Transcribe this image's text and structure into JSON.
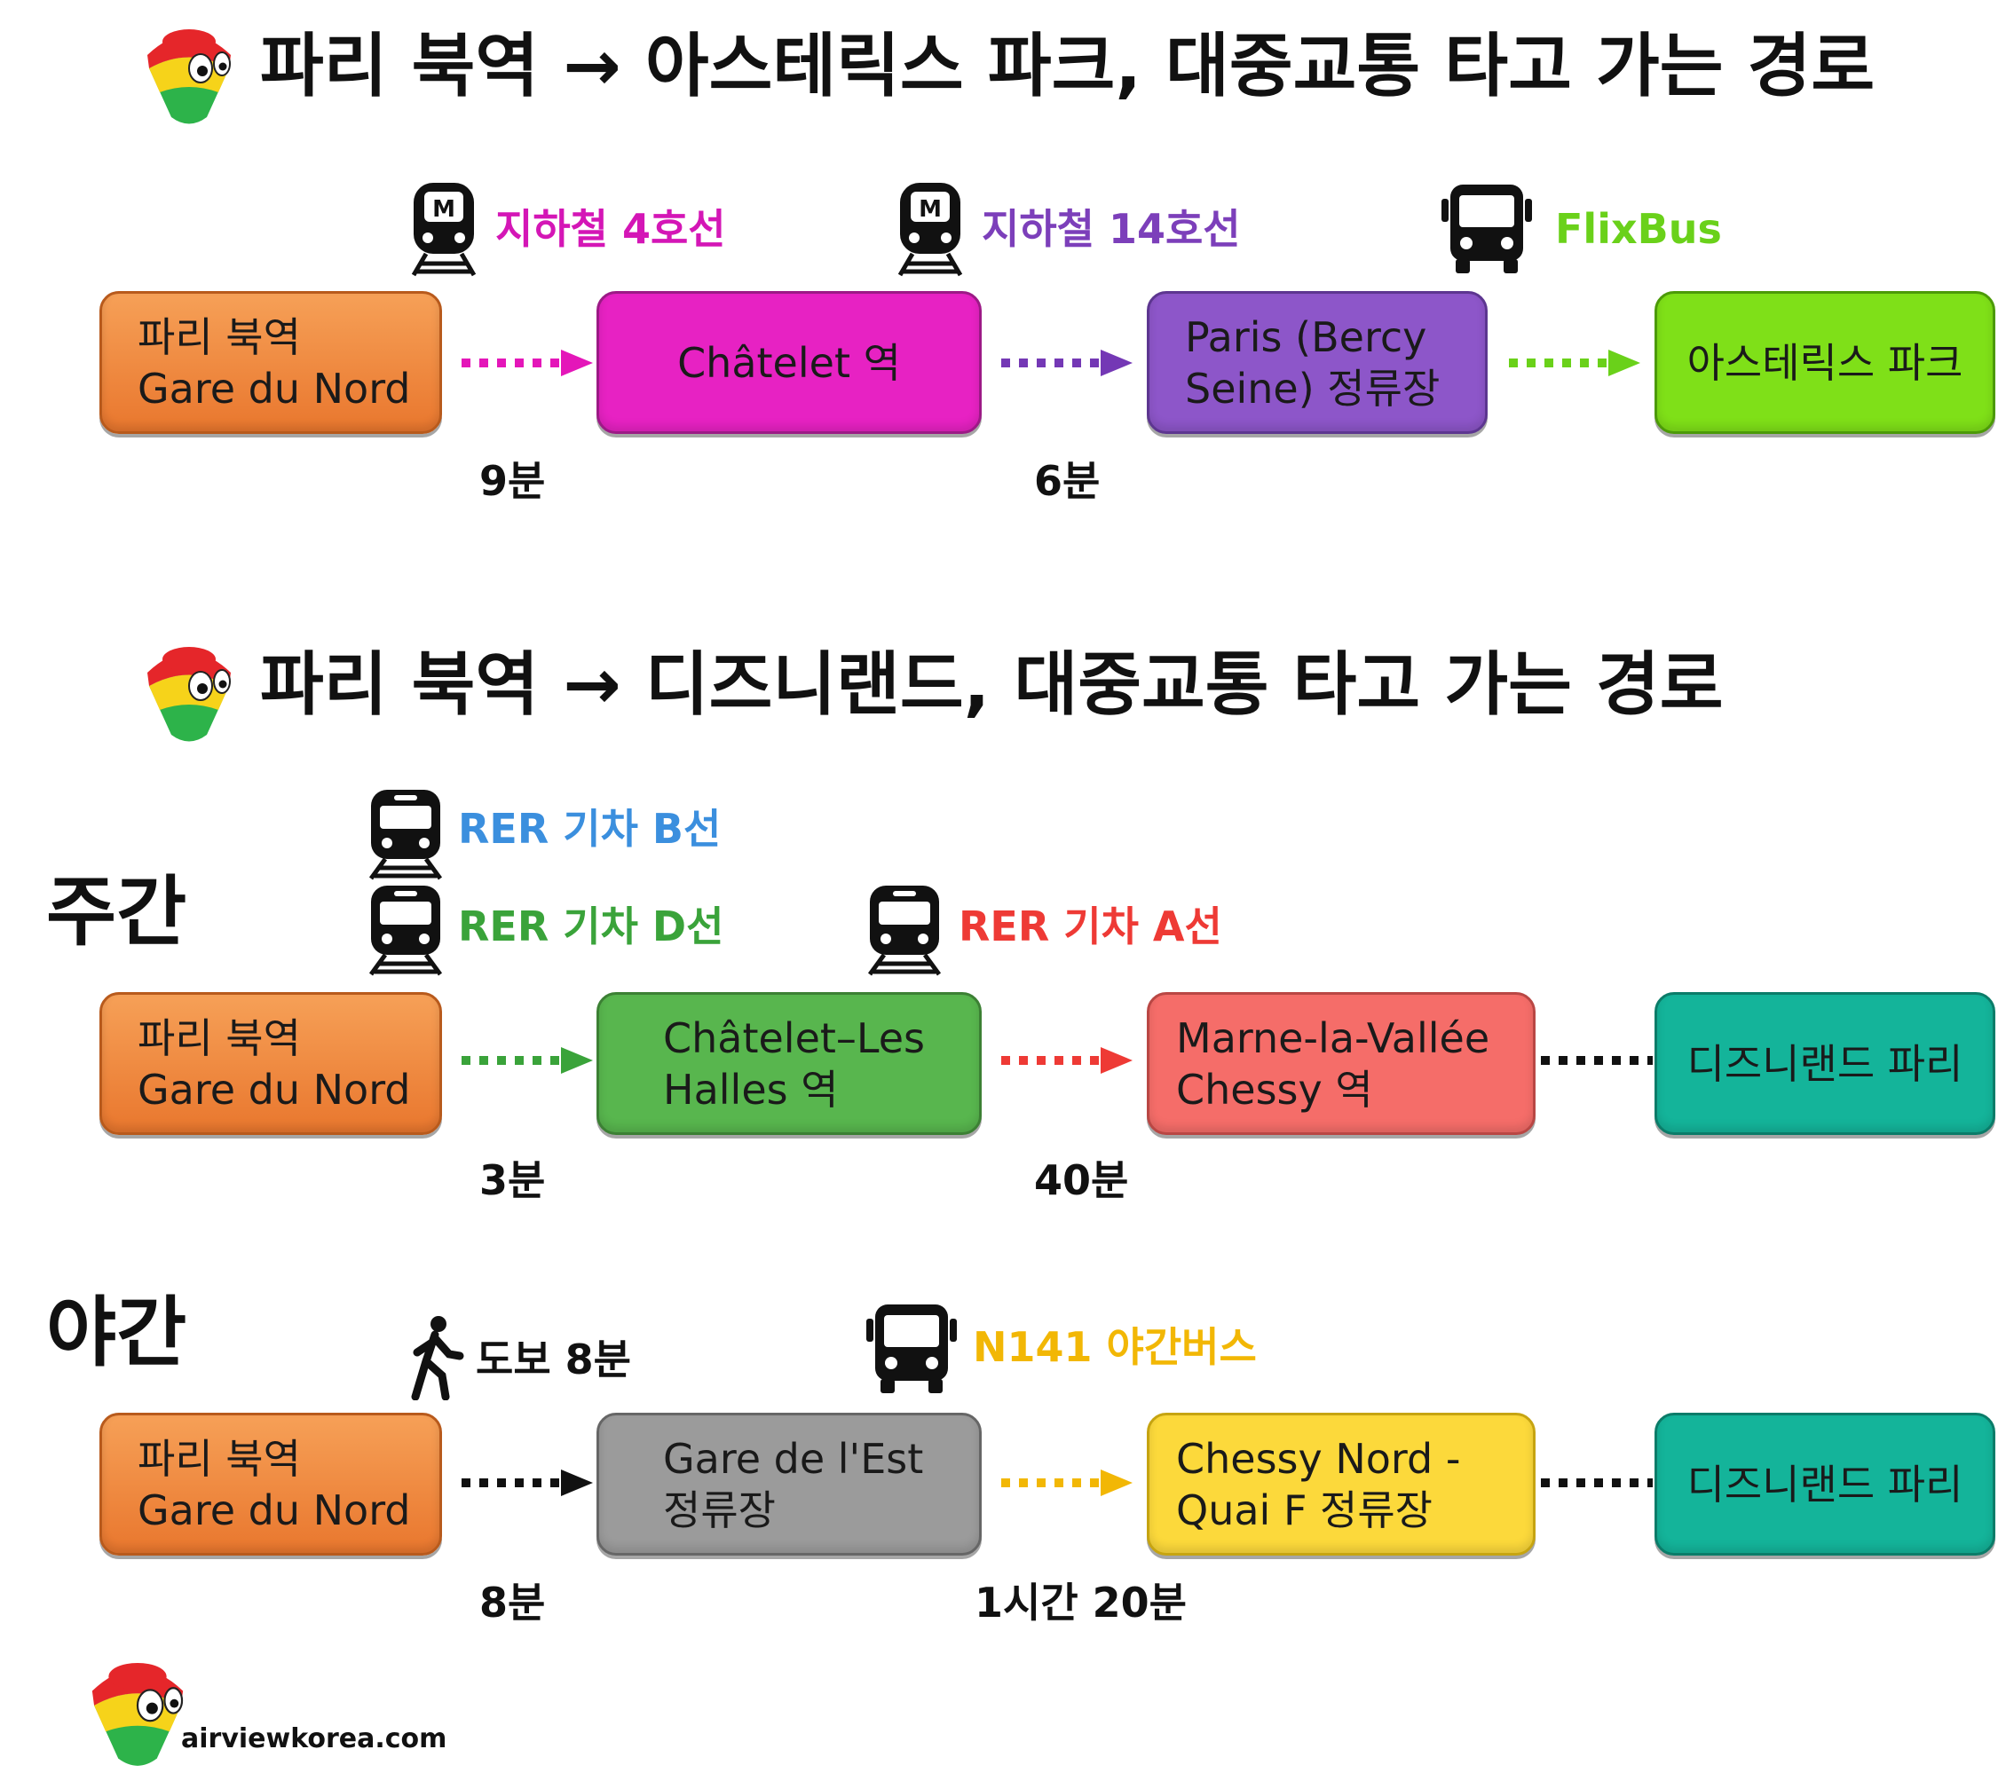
{
  "section1": {
    "title": "파리 북역 → 아스테릭스 파크, 대중교통 타고 가는 경로",
    "transports": [
      {
        "label": "지하철 4호선",
        "color": "#d416b6",
        "icon": "metro-icon"
      },
      {
        "label": "지하철 14호선",
        "color": "#7c3fba",
        "icon": "metro-icon"
      },
      {
        "label": "FlixBus",
        "color": "#6ad11a",
        "icon": "bus-icon"
      }
    ],
    "stops": [
      {
        "label": "파리 북역\nGare du Nord"
      },
      {
        "label": "Châtelet 역"
      },
      {
        "label": "Paris (Bercy\nSeine) 정류장"
      },
      {
        "label": "아스테릭스 파크"
      }
    ],
    "durations": [
      "9분",
      "6분"
    ],
    "arrow_colors": [
      "#e416b9",
      "#7438b5",
      "#6ad11a"
    ]
  },
  "section2": {
    "title": "파리 북역 → 디즈니랜드, 대중교통 타고 가는 경로",
    "day": {
      "period": "주간",
      "transports": [
        {
          "label": "RER 기차 B선",
          "color": "#3b8fde",
          "icon": "train-icon"
        },
        {
          "label": "RER 기차 D선",
          "color": "#3aa33a",
          "icon": "train-icon"
        },
        {
          "label": "RER 기차 A선",
          "color": "#ee3a35",
          "icon": "train-icon"
        }
      ],
      "stops": [
        {
          "label": "파리 북역\nGare du Nord"
        },
        {
          "label": "Châtelet–Les\nHalles 역"
        },
        {
          "label": "Marne-la-Vallée\nChessy 역"
        },
        {
          "label": "디즈니랜드 파리"
        }
      ],
      "durations": [
        "3분",
        "40분"
      ],
      "arrow_colors": [
        "#3aa33a",
        "#ee3a35",
        "#111111"
      ]
    },
    "night": {
      "period": "야간",
      "transports": [
        {
          "label": "도보 8분",
          "color": "#111111",
          "icon": "walking-person-icon"
        },
        {
          "label": "N141 야간버스",
          "color": "#f2b705",
          "icon": "bus-icon"
        }
      ],
      "stops": [
        {
          "label": "파리 북역\nGare du Nord"
        },
        {
          "label": "Gare de l'Est\n정류장"
        },
        {
          "label": "Chessy Nord -\nQuai F 정류장"
        },
        {
          "label": "디즈니랜드 파리"
        }
      ],
      "durations": [
        "8분",
        "1시간 20분"
      ],
      "arrow_colors": [
        "#111111",
        "#f2b705",
        "#111111"
      ]
    }
  },
  "footer": {
    "site": "airviewkorea.com"
  }
}
